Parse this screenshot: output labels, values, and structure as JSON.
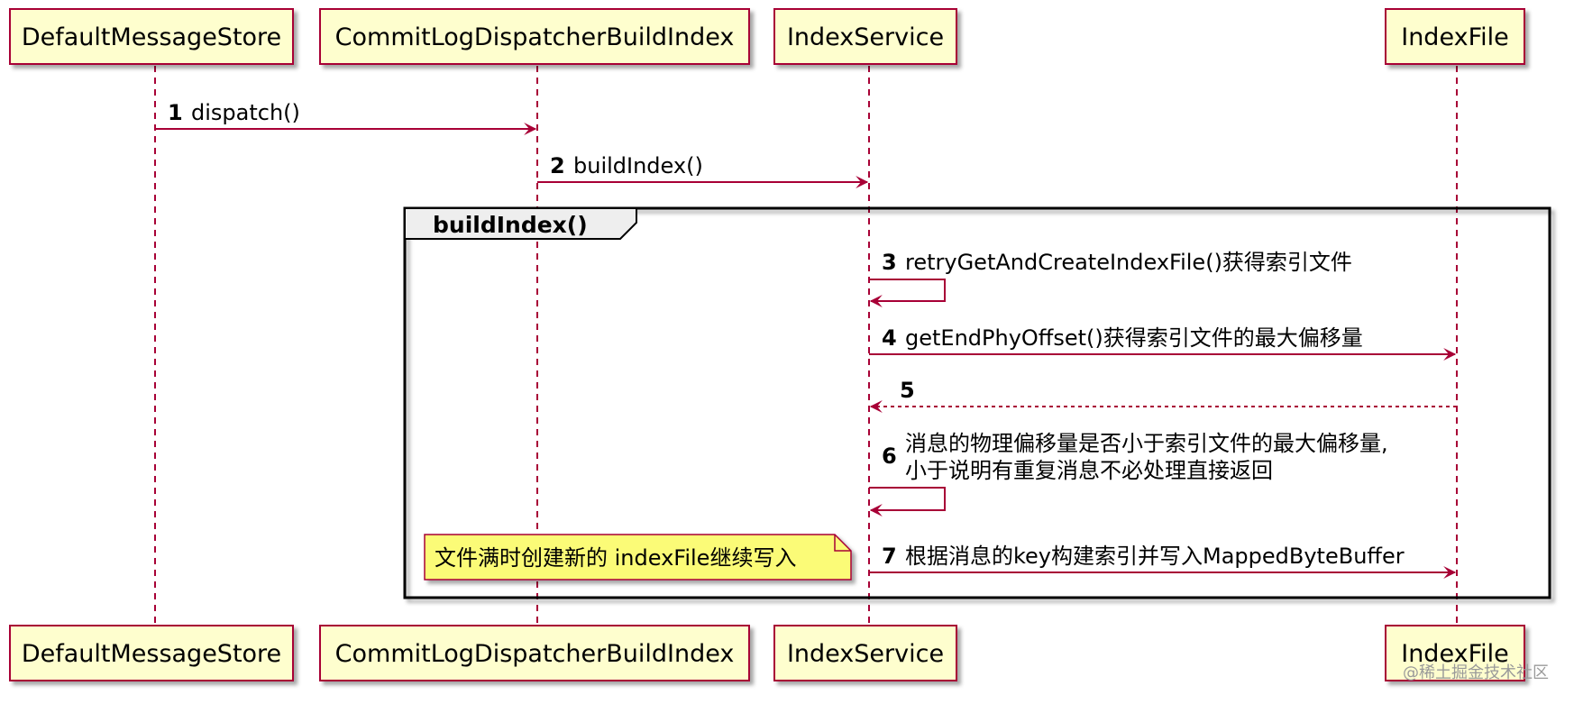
{
  "participants": [
    {
      "id": "p1",
      "name": "DefaultMessageStore"
    },
    {
      "id": "p2",
      "name": "CommitLogDispatcherBuildIndex"
    },
    {
      "id": "p3",
      "name": "IndexService"
    },
    {
      "id": "p4",
      "name": "IndexFile"
    }
  ],
  "frame": {
    "label": "buildIndex()"
  },
  "messages": [
    {
      "num": "1",
      "text": "dispatch()"
    },
    {
      "num": "2",
      "text": "buildIndex()"
    },
    {
      "num": "3",
      "text": "retryGetAndCreateIndexFile()获得索引文件"
    },
    {
      "num": "4",
      "text": "getEndPhyOffset()获得索引文件的最大偏移量"
    },
    {
      "num": "5",
      "text": ""
    },
    {
      "num": "6",
      "line1": "消息的物理偏移量是否小于索引文件的最大偏移量,",
      "line2": "小于说明有重复消息不必处理直接返回"
    },
    {
      "num": "7",
      "text": "根据消息的key构建索引并写入MappedByteBuffer"
    }
  ],
  "note": {
    "text": "文件满时创建新的 indexFile继续写入"
  },
  "watermark": "@稀土掘金技术社区",
  "colors": {
    "box_fill": "#FEFECE",
    "box_border": "#A80036",
    "line": "#A80036",
    "frame_tab": "#EEEEEE",
    "note_fill": "#FBFB77"
  }
}
